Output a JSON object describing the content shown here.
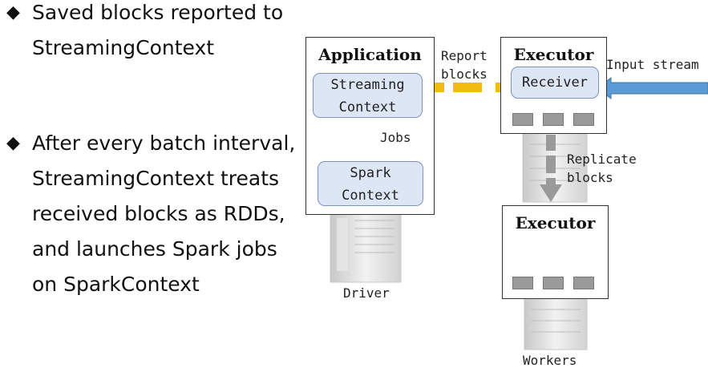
{
  "bullets": [
    {
      "icon": "diamond-bullet-icon",
      "lines": [
        "Saved blocks reported to",
        "StreamingContext"
      ]
    },
    {
      "icon": "diamond-bullet-icon",
      "lines": [
        "After every batch interval,",
        "StreamingContext treats",
        "received blocks as RDDs,",
        "and launches Spark jobs",
        "on SparkContext"
      ]
    }
  ],
  "diagram": {
    "application": {
      "title": "Application",
      "streaming_context": [
        "Streaming",
        "Context"
      ],
      "spark_context": [
        "Spark",
        "Context"
      ],
      "jobs_label": "Jobs"
    },
    "driver_label": "Driver",
    "executor_top": {
      "title": "Executor",
      "receiver": "Receiver"
    },
    "executor_bottom": {
      "title": "Executor"
    },
    "workers_label": "Workers",
    "report_label": [
      "Report",
      "blocks"
    ],
    "input_label": "Input stream",
    "replicate_label": [
      "Replicate",
      "blocks"
    ],
    "bullet_glyph": "◆"
  },
  "colors": {
    "report_arrow": "#f2bb12",
    "jobs_arrow": "#ed7d31",
    "input_arrow": "#5b9bd5",
    "replicate_arrow": "#9a9a9a",
    "context_fill": "#dde6f5",
    "context_border": "#7b93c2"
  }
}
